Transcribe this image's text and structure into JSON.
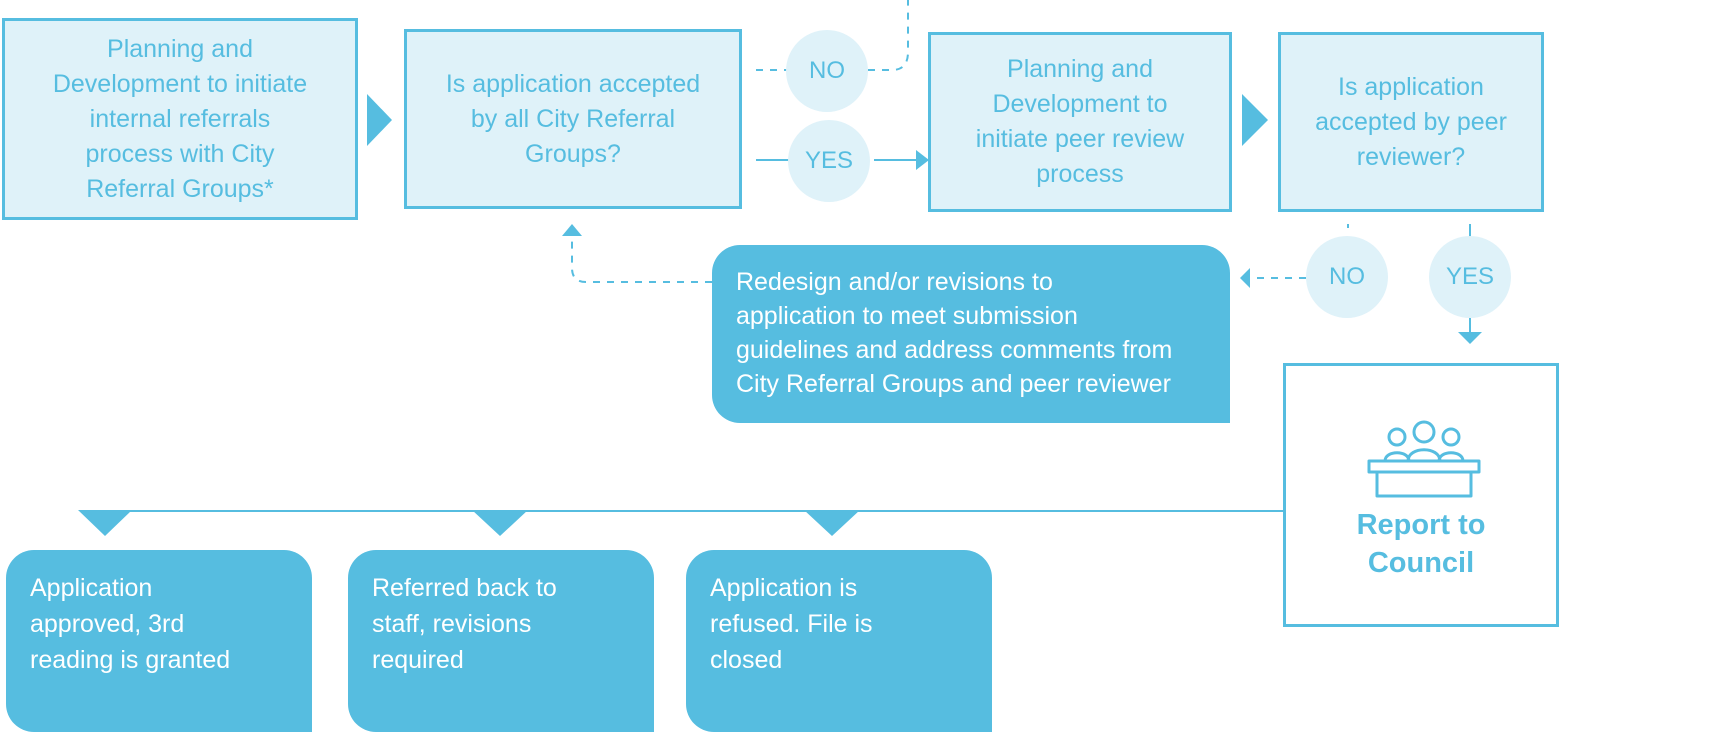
{
  "colors": {
    "accent": "#56bde0",
    "light_fill": "#dff2f9",
    "text_on_accent": "#ffffff"
  },
  "steps": {
    "internal_referrals": "Planning and\nDevelopment to initiate\ninternal referrals\nprocess with City\nReferral Groups*",
    "accepted_by_city": "Is application accepted\nby all City Referral\nGroups?",
    "peer_review": "Planning and\nDevelopment to\ninitiate peer review\nprocess",
    "accepted_by_peer": "Is application\naccepted by peer\nreviewer?",
    "redesign": "Redesign and/or revisions to\napplication to meet submission\nguidelines and address comments from\nCity Referral Groups and peer reviewer",
    "report_to_council": "Report to\nCouncil"
  },
  "decisions": {
    "no": "NO",
    "yes": "YES"
  },
  "outcomes": [
    "Application\napproved, 3rd\nreading is granted",
    "Referred back to\nstaff, revisions\nrequired",
    "Application is\nrefused. File is\nclosed"
  ],
  "icons": {
    "council": "council-meeting-icon"
  }
}
